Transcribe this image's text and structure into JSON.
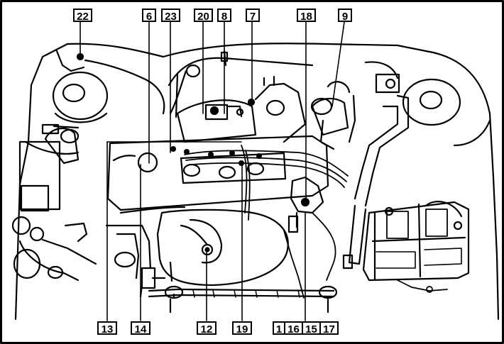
{
  "callouts": {
    "c22": "22",
    "c6": "6",
    "c23": "23",
    "c20": "20",
    "c8": "8",
    "c7": "7",
    "c18": "18",
    "c9": "9",
    "c13": "13",
    "c14": "14",
    "c12": "12",
    "c19": "19",
    "c1": "1",
    "c16": "16",
    "c15": "15",
    "c17": "17"
  },
  "colors": {
    "line": "#000000",
    "fill": "#ffffff",
    "shade": "#3a3a3a"
  }
}
